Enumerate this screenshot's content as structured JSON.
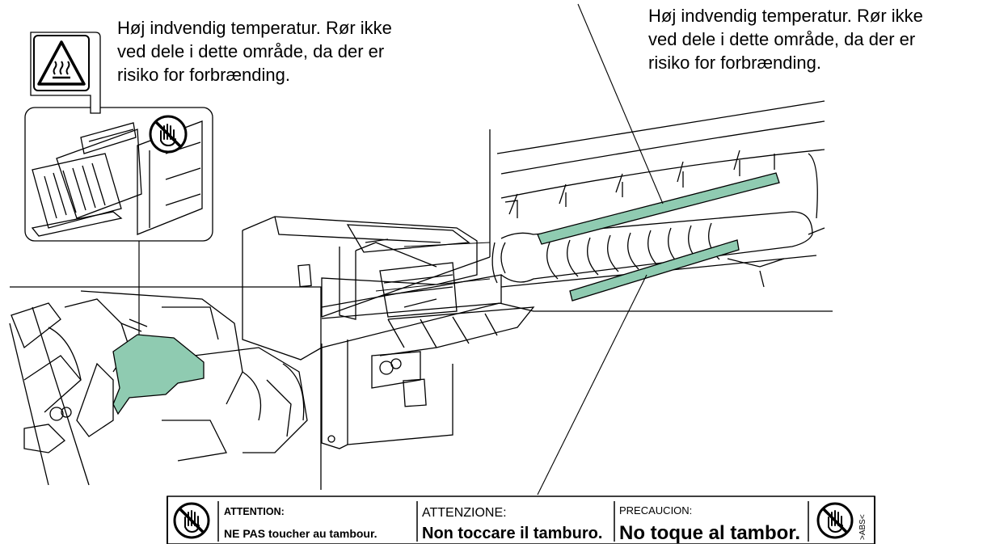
{
  "captions": {
    "left": "Høj indvendig temperatur. Rør ikke\nved dele i dette område, da der er\nrisiko for forbrænding.",
    "right": "Høj indvendig temperatur. Rør ikke\nved dele i dette område, da der er\nrisiko for forbrænding."
  },
  "drum_label": {
    "french_title": "ATTENTION:",
    "french_text": "NE PAS toucher au tambour.",
    "italian_title": "ATTENZIONE:",
    "italian_text": "Non toccare il tamburo.",
    "spanish_title": "PRECAUCION:",
    "spanish_text": "No toque al tambor.",
    "material_code": ">ABS<"
  },
  "icons": [
    "hot-surface-warning-icon",
    "no-touch-hand-icon"
  ],
  "colors": {
    "highlight": "#8fcbb1",
    "line": "#000000"
  }
}
